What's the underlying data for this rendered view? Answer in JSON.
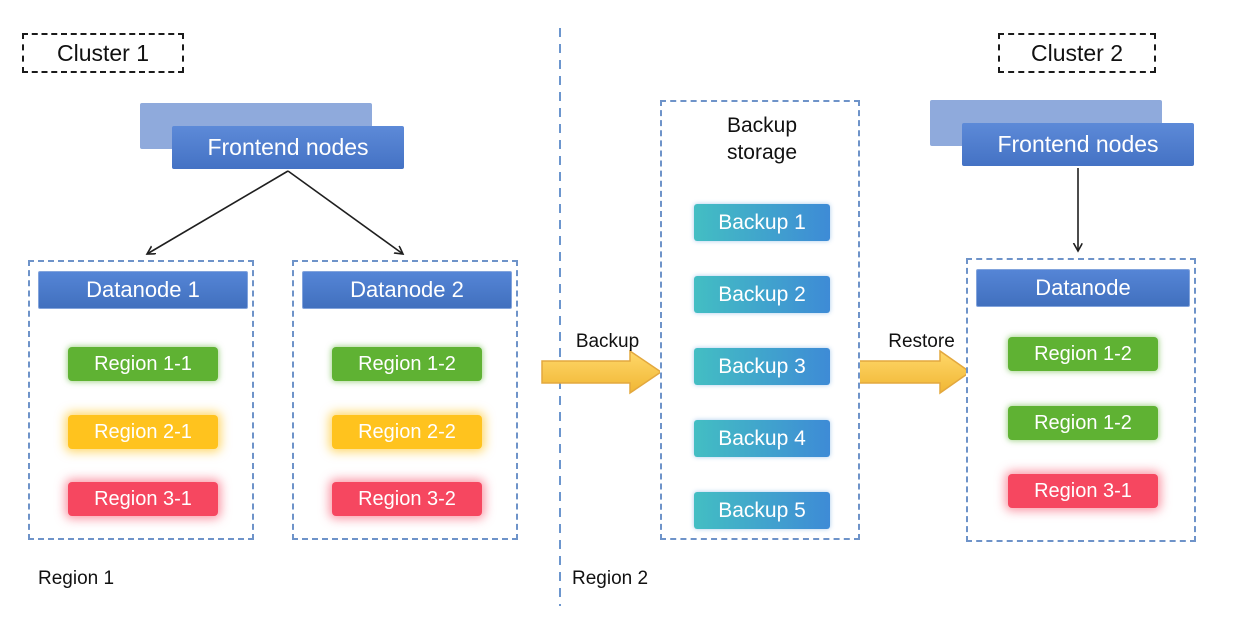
{
  "clusters": {
    "cluster1": {
      "label": "Cluster 1",
      "frontend_label": "Frontend nodes",
      "datanodes": [
        {
          "title": "Datanode 1",
          "regions": [
            {
              "label": "Region 1-1",
              "color": "#5FB233"
            },
            {
              "label": "Region 2-1",
              "color": "#FFC31E"
            },
            {
              "label": "Region 3-1",
              "color": "#F64760"
            }
          ]
        },
        {
          "title": "Datanode 2",
          "regions": [
            {
              "label": "Region 1-2",
              "color": "#5FB233"
            },
            {
              "label": "Region 2-2",
              "color": "#FFC31E"
            },
            {
              "label": "Region 3-2",
              "color": "#F64760"
            }
          ]
        }
      ],
      "footer_label": "Region 1"
    },
    "cluster2": {
      "label": "Cluster 2",
      "frontend_label": "Frontend nodes",
      "datanode": {
        "title": "Datanode",
        "regions": [
          {
            "label": "Region 1-2",
            "color": "#5FB233"
          },
          {
            "label": "Region 1-2",
            "color": "#5FB233"
          },
          {
            "label": "Region 3-1",
            "color": "#F64760"
          }
        ]
      },
      "footer_label": "Region 2"
    }
  },
  "backup_storage": {
    "title": "Backup storage",
    "items": [
      "Backup 1",
      "Backup 2",
      "Backup 3",
      "Backup 4",
      "Backup 5"
    ]
  },
  "flows": {
    "backup": "Backup",
    "restore": "Restore"
  },
  "colors": {
    "node_blue": "#4472C4",
    "node_blue_light": "#8FAADC",
    "region_green": "#5FB233",
    "region_yellow": "#FFC31E",
    "region_red": "#F64760",
    "backup_gradient_start": "#43BEC3",
    "backup_gradient_end": "#3E8BD6",
    "flow_arrow_yellow": "#F7C44A",
    "dashed_border_blue": "#6E93C9"
  }
}
